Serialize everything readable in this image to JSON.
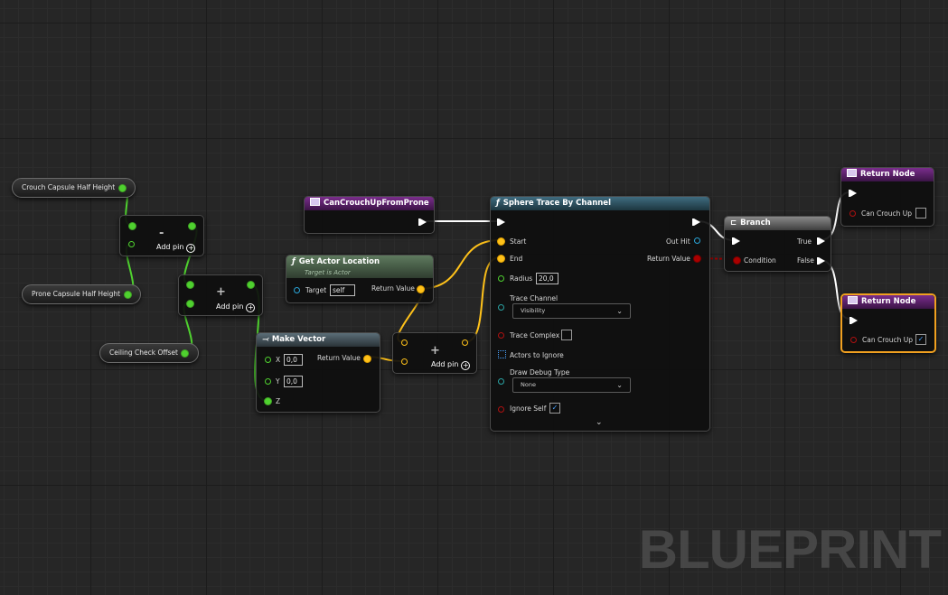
{
  "variables": {
    "crouch_capsule": "Crouch Capsule Half Height",
    "prone_capsule": "Prone Capsule Half Height",
    "ceiling_offset": "Ceiling Check Offset"
  },
  "subtract_node": {
    "op": "-",
    "add_pin": "Add pin"
  },
  "add_node_1": {
    "op": "+",
    "add_pin": "Add pin"
  },
  "add_node_2": {
    "op": "+",
    "add_pin": "Add pin"
  },
  "entry_node": {
    "title": "CanCrouchUpFromProne"
  },
  "get_actor_location": {
    "title": "Get Actor Location",
    "subtitle": "Target is Actor",
    "target_label": "Target",
    "target_value": "self",
    "return_label": "Return Value"
  },
  "make_vector": {
    "title": "Make Vector",
    "x_label": "X",
    "x_value": "0,0",
    "y_label": "Y",
    "y_value": "0,0",
    "z_label": "Z",
    "return_label": "Return Value"
  },
  "sphere_trace": {
    "title": "Sphere Trace By Channel",
    "start": "Start",
    "end": "End",
    "radius_label": "Radius",
    "radius_value": "20,0",
    "out_hit": "Out Hit",
    "return_value": "Return Value",
    "trace_channel_label": "Trace Channel",
    "trace_channel_value": "Visibility",
    "trace_complex": "Trace Complex",
    "actors_to_ignore": "Actors to Ignore",
    "draw_debug_label": "Draw Debug Type",
    "draw_debug_value": "None",
    "ignore_self": "Ignore Self",
    "ignore_self_checked": true
  },
  "branch": {
    "title": "Branch",
    "condition": "Condition",
    "true_label": "True",
    "false_label": "False"
  },
  "return_node_true": {
    "title": "Return Node",
    "param": "Can Crouch Up",
    "checked": false
  },
  "return_node_false": {
    "title": "Return Node",
    "param": "Can Crouch Up",
    "checked": true
  },
  "watermark": "BLUEPRINT",
  "colors": {
    "float_pin": "#4fd12f",
    "vector_pin": "#ffc21a",
    "bool_pin": "#a00000",
    "function_header": "#7a2d8c",
    "pure_header": "#5e7a5e",
    "selected_outline": "#f0a020"
  }
}
